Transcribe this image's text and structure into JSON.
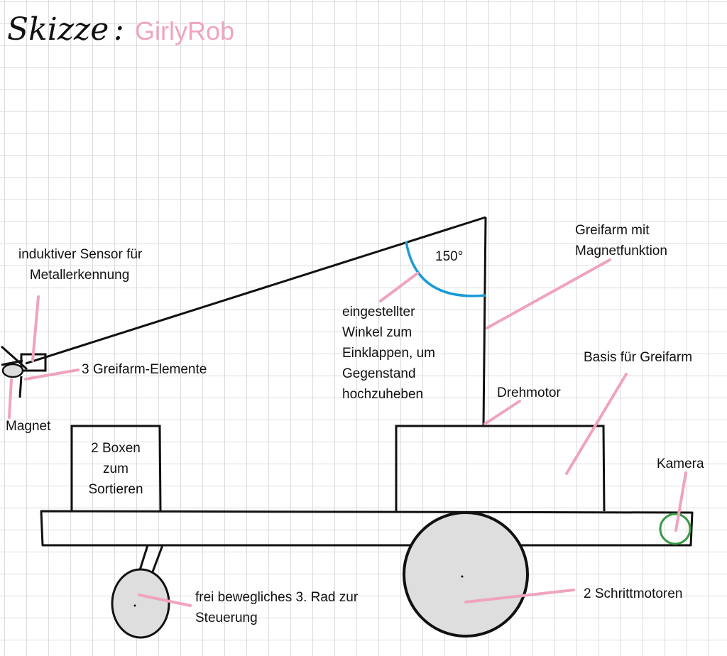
{
  "header": {
    "title_word": "Skizze",
    "title_separator": ":",
    "project_name": "GirlyRob"
  },
  "labels": {
    "sensor": "induktiver Sensor für\n   Metallerkennung",
    "elements": "3 Greifarm-Elemente",
    "magnet": "Magnet",
    "boxes": "2 Boxen\nzum\nSortieren",
    "angle_value": "150°",
    "angle_desc": "eingestellter\nWinkel zum\nEinklappen, um\nGegenstand\nhochzuheben",
    "arm": "Greifarm mit\nMagnetfunktion",
    "base": "Basis für Greifarm",
    "rotor": "Drehmotor",
    "camera": "Kamera",
    "caster": "frei bewegliches 3. Rad zur\nSteuerung",
    "steppers": "2 Schrittmotoren"
  },
  "colors": {
    "ink": "#111111",
    "pointer": "#f0a3bf",
    "angle_arc": "#1b9ad6",
    "camera": "#3a9a47",
    "wheel_fill": "#dedede",
    "title_name": "#f0a3bf"
  }
}
